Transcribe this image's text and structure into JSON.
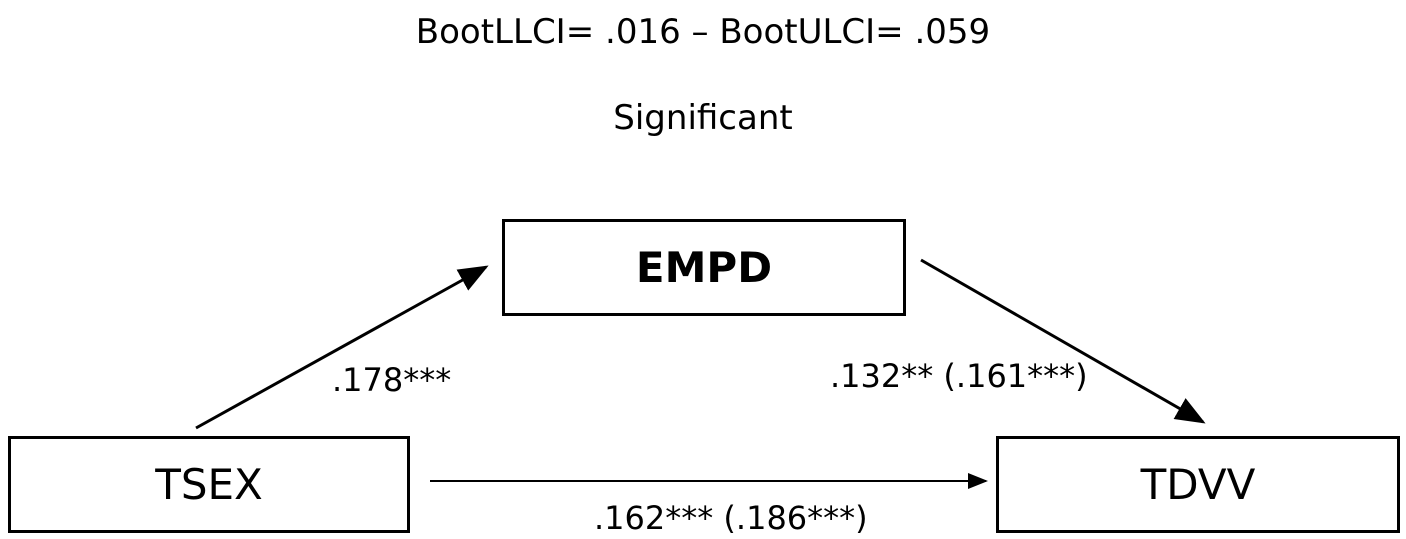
{
  "header": {
    "ci_text": "BootLLCI= .016 – BootULCI= .059",
    "significance": "Significant"
  },
  "nodes": {
    "mediator": "EMPD",
    "predictor": "TSEX",
    "outcome": "TDVV"
  },
  "paths": {
    "a": ".178***",
    "b": ".132** (.161***)",
    "c": ".162*** (.186***)"
  },
  "colors": {
    "stroke": "#000000",
    "background": "#ffffff"
  }
}
